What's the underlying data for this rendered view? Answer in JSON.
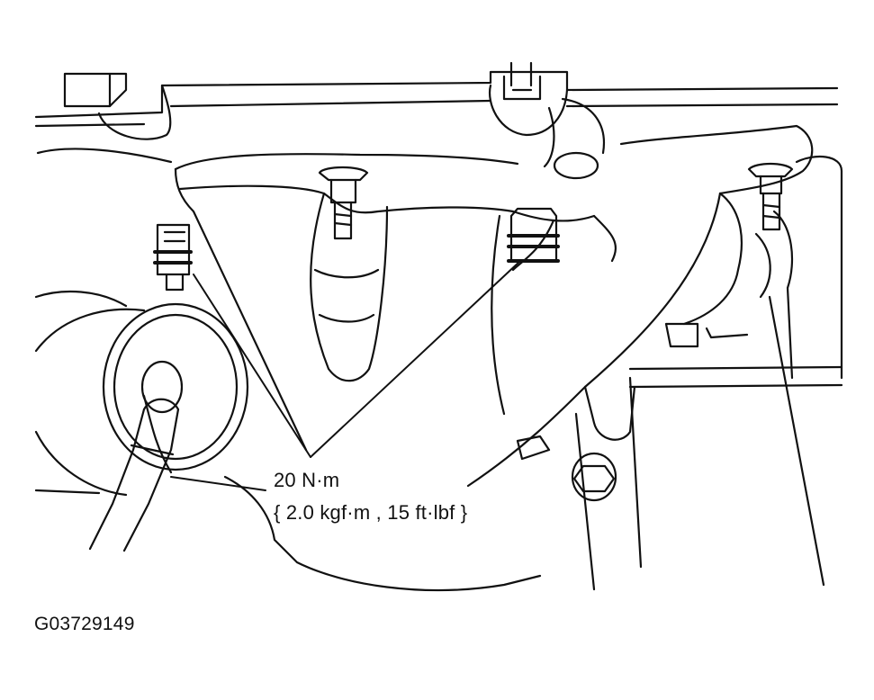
{
  "figure": {
    "torque_metric": "20 N·m",
    "torque_alternates": "{ 2.0 kgf·m , 15 ft·lbf }",
    "figure_id": "G03729149"
  },
  "colors": {
    "line": "#111111",
    "background": "#ffffff"
  }
}
